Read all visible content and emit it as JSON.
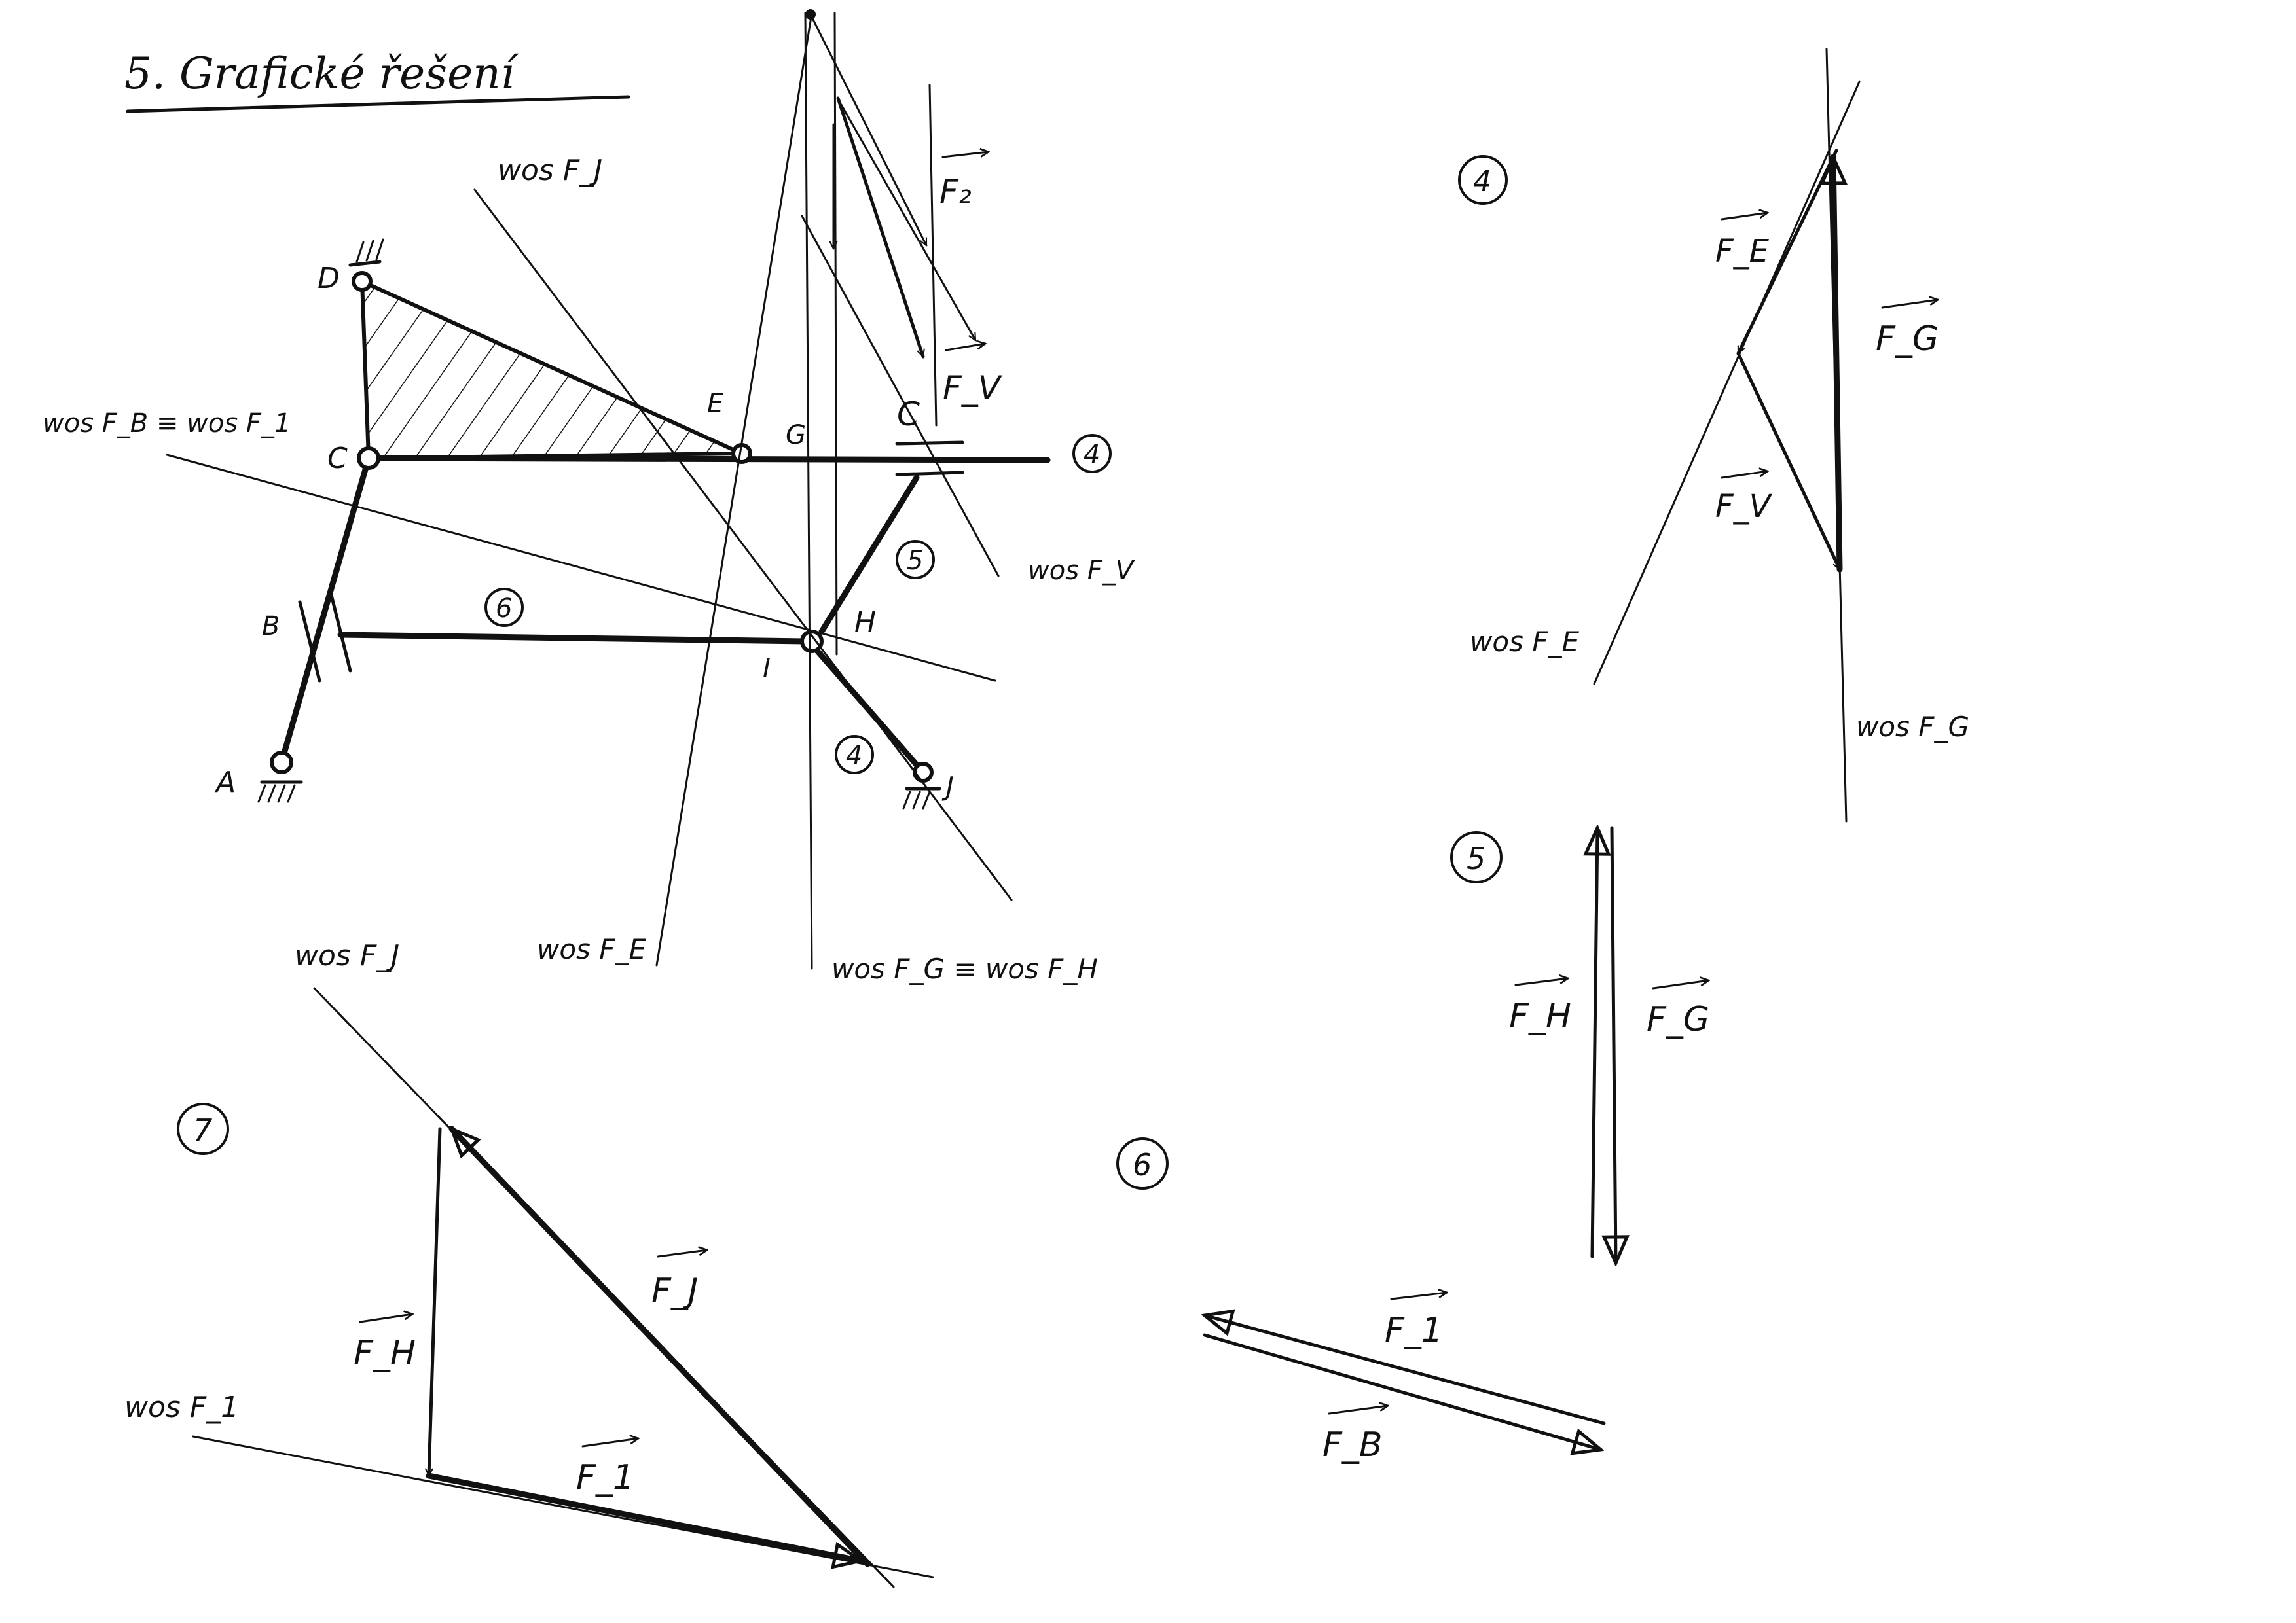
{
  "heading": "5. Grafické řešení",
  "colors": {
    "ink": "#111111",
    "paper": "#ffffff"
  },
  "mechanism": {
    "points": {
      "A": "A",
      "B": "B",
      "C": "C",
      "D": "D",
      "E": "E",
      "G": "G",
      "H": "H",
      "I": "I",
      "J": "J"
    },
    "forces": {
      "F2": "F₂",
      "FV": "F_V"
    },
    "lines": {
      "wos_FJ": "wos F_J",
      "wos_FB_eq_wos_F1": "wos F_B ≡ wos F_1",
      "wos_FV": "wos F_V",
      "wos_FE": "wos F_E",
      "wos_FG_eq_wos_FH": "wos F_G ≡ wos F_H"
    },
    "member_numbers": {
      "m4_right": "4",
      "m5": "5",
      "m6": "6",
      "m4_lower": "4"
    }
  },
  "force_polygons": {
    "p4": {
      "number": "4",
      "FE": "F_E",
      "FG": "F_G",
      "FV": "F_V",
      "wos_FE": "wos F_E",
      "wos_FG": "wos F_G"
    },
    "p5": {
      "number": "5",
      "FH": "F_H",
      "FG": "F_G"
    },
    "p6": {
      "number": "6",
      "F1": "F_1",
      "FB": "F_B"
    },
    "p7": {
      "number": "7",
      "wos_FJ": "wos F_J",
      "wos_F1": "wos F_1",
      "FJ": "F_J",
      "FH": "F_H",
      "F1": "F_1"
    }
  }
}
